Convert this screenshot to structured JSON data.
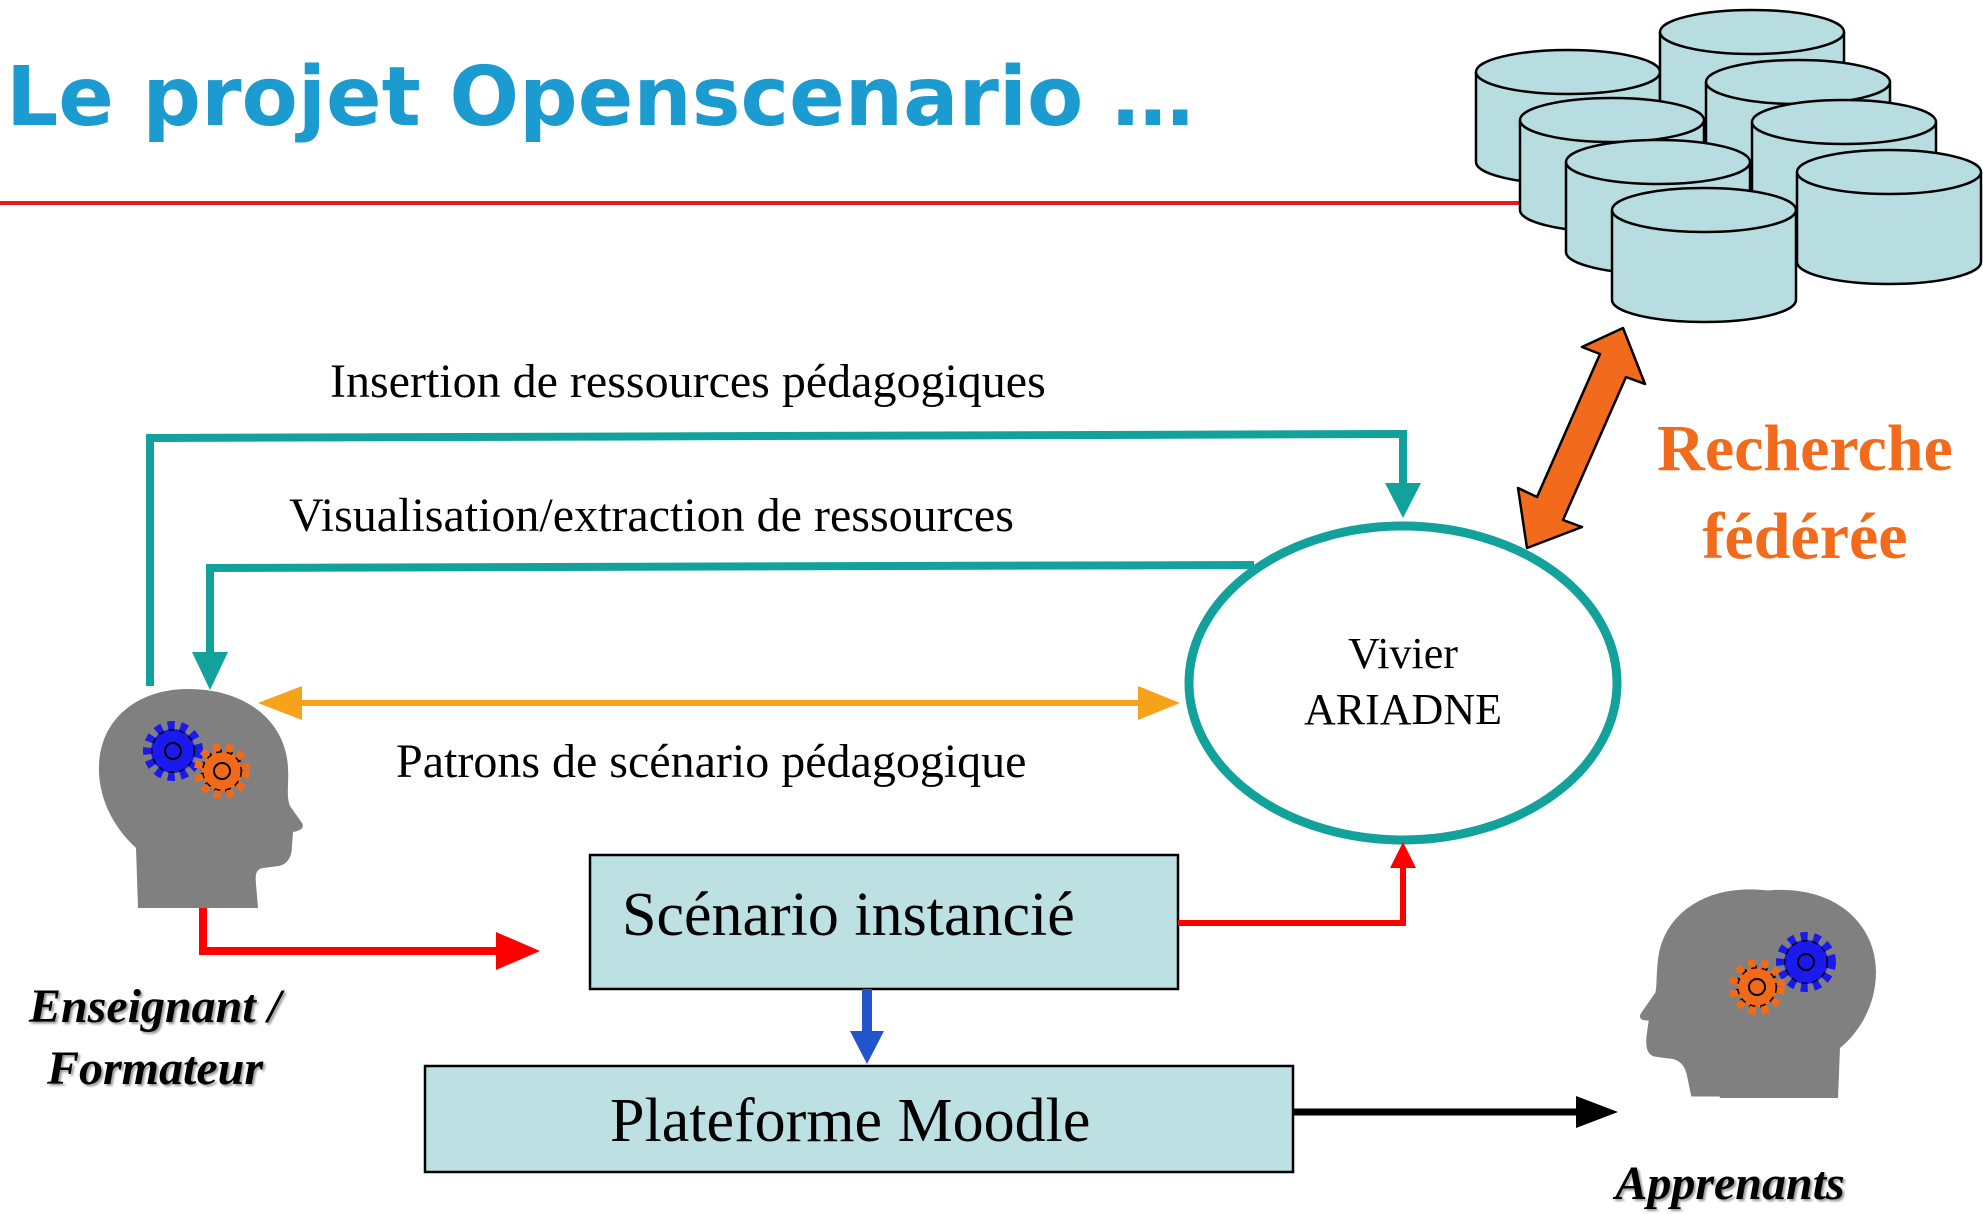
{
  "title": "Le projet Openscenario …",
  "labels": {
    "insertion": "Insertion de ressources pédagogiques",
    "visualisation": "Visualisation/extraction de ressources",
    "patrons": "Patrons de scénario pédagogique"
  },
  "hub": {
    "line1": "Vivier",
    "line2": "ARIADNE"
  },
  "federated": {
    "line1": "Recherche",
    "line2": "fédérée"
  },
  "boxes": {
    "scenario": "Scénario instancié",
    "moodle": "Plateforme Moodle"
  },
  "roles": {
    "teacher_line1": "Enseignant /",
    "teacher_line2": "Formateur",
    "learners": "Apprenants"
  },
  "colors": {
    "title": "#1b9bd0",
    "rule": "#e8191f",
    "teal": "#12a19b",
    "orange": "#f7a21b",
    "federated": "#f26a1b",
    "red_arrow": "#ff0000",
    "blue_arrow": "#2255cc",
    "box_fill": "#bde0e2",
    "database_fill": "#b8dde0",
    "gear_blue": "#1a1aee",
    "gear_orange": "#f06a1a",
    "head": "#808080"
  }
}
